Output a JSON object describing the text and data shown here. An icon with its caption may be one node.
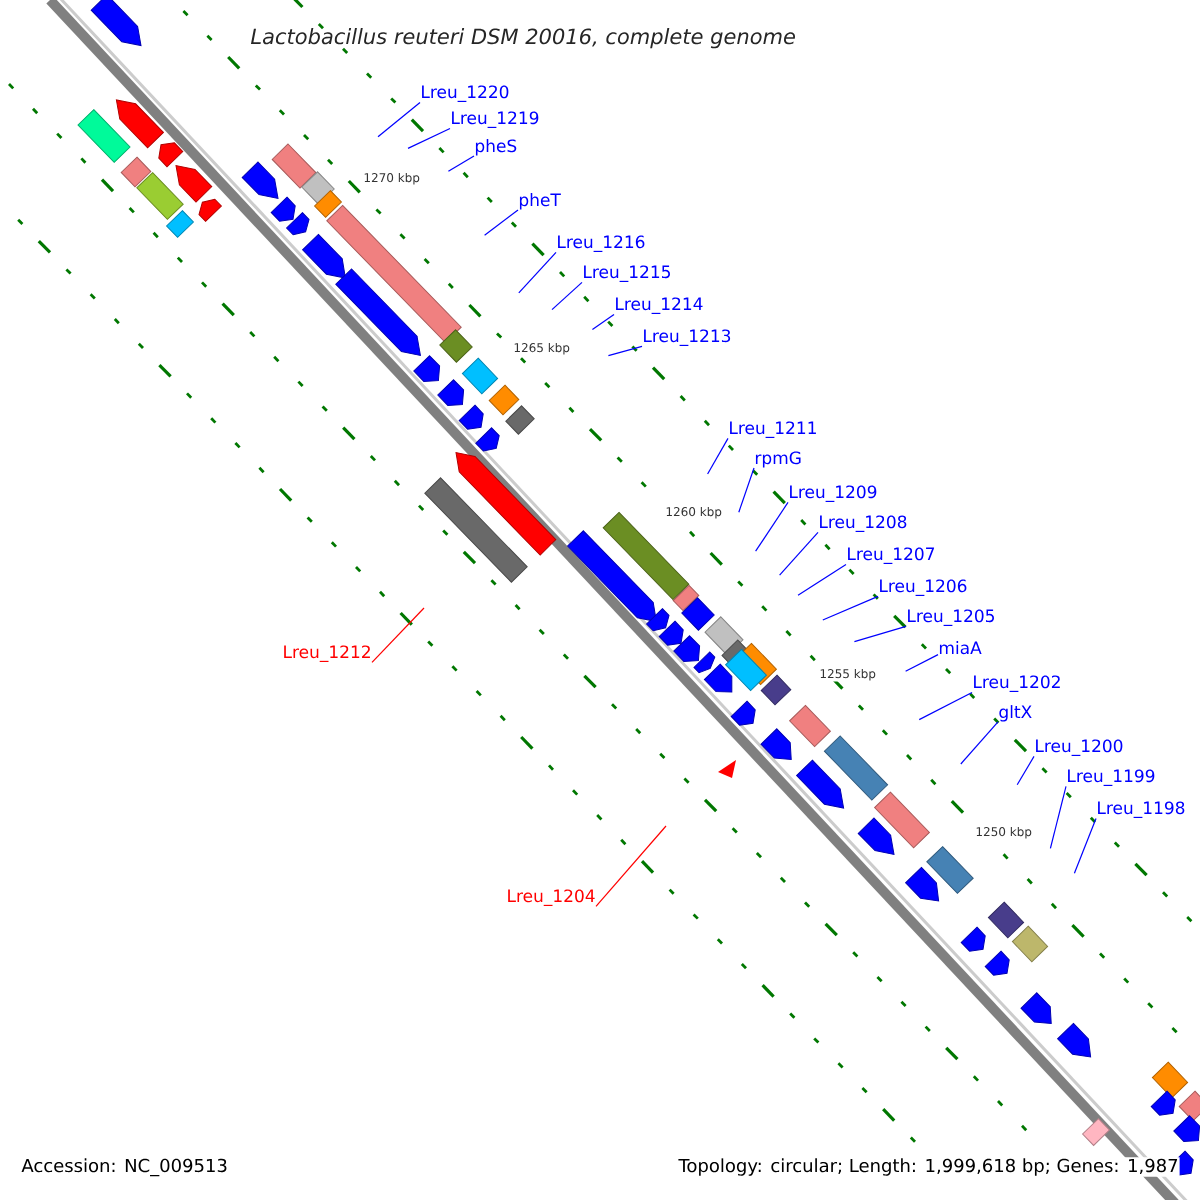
{
  "diagram": {
    "title": "*Lactobacillus reuteri* DSM 20016, complete genome",
    "nodes": [
      {
        "text": [
          "Lreu_1220"
        ]
      },
      {
        "text": [
          "Lreu_1219"
        ]
      },
      {
        "text": [
          "pheS"
        ]
      },
      {
        "text": [
          "pheT"
        ]
      },
      {
        "text": [
          "Lreu_1216"
        ]
      },
      {
        "text": [
          "Lreu_1215"
        ]
      },
      {
        "text": [
          "Lreu_1214"
        ]
      },
      {
        "text": [
          "Lreu_1213"
        ]
      },
      {
        "text": [
          "Lreu_1211"
        ]
      },
      {
        "text": [
          "rpmG"
        ]
      },
      {
        "text": [
          "Lreu_1209"
        ]
      },
      {
        "text": [
          "Lreu_1208"
        ]
      },
      {
        "text": [
          "Lreu_1207"
        ]
      },
      {
        "text": [
          "Lreu_1206"
        ]
      },
      {
        "text": [
          "Lreu_1205"
        ]
      },
      {
        "text": [
          "miaA"
        ]
      },
      {
        "text": [
          "Lreu_1202"
        ]
      },
      {
        "text": [
          "gltX"
        ]
      },
      {
        "text": [
          "Lreu_1200"
        ]
      },
      {
        "text": [
          "Lreu_1199"
        ]
      },
      {
        "text": [
          "Lreu_1198"
        ]
      },
      {
        "text": [
          "Lreu_1212"
        ]
      },
      {
        "text": [
          "Lreu_1204"
        ]
      }
    ],
    "edges": [
      {
        "from": 0,
        "to": null,
        "arrow": "none"
      },
      {
        "from": 1,
        "to": null,
        "arrow": "none"
      },
      {
        "from": 2,
        "to": null,
        "arrow": "none"
      },
      {
        "from": 3,
        "to": null,
        "arrow": "none"
      },
      {
        "from": 4,
        "to": null,
        "arrow": "none"
      },
      {
        "from": 5,
        "to": null,
        "arrow": "none"
      },
      {
        "from": 6,
        "to": null,
        "arrow": "none"
      },
      {
        "from": 7,
        "to": null,
        "arrow": "none"
      },
      {
        "from": 8,
        "to": null,
        "arrow": "none"
      },
      {
        "from": 9,
        "to": null,
        "arrow": "none"
      },
      {
        "from": 10,
        "to": null,
        "arrow": "none"
      },
      {
        "from": 11,
        "to": null,
        "arrow": "none"
      },
      {
        "from": 12,
        "to": null,
        "arrow": "none"
      },
      {
        "from": 13,
        "to": null,
        "arrow": "none"
      },
      {
        "from": 14,
        "to": null,
        "arrow": "none"
      },
      {
        "from": 15,
        "to": null,
        "arrow": "none"
      },
      {
        "from": 16,
        "to": null,
        "arrow": "none"
      },
      {
        "from": 17,
        "to": null,
        "arrow": "none"
      },
      {
        "from": 18,
        "to": null,
        "arrow": "none"
      },
      {
        "from": 19,
        "to": null,
        "arrow": "none"
      },
      {
        "from": 20,
        "to": null,
        "arrow": "none"
      },
      {
        "from": 21,
        "to": null,
        "arrow": "none",
        "color": "#ff0000"
      },
      {
        "from": 22,
        "to": null,
        "arrow": "none",
        "color": "#ff0000"
      }
    ],
    "labels": [
      "1270 kbp",
      "1265 kbp",
      "1260 kbp",
      "1255 kbp",
      "1250 kbp",
      "Accession: NC_009513",
      "Topology: circular; Length: 1,999,618 bp; Genes: 1,987"
    ]
  }
}
